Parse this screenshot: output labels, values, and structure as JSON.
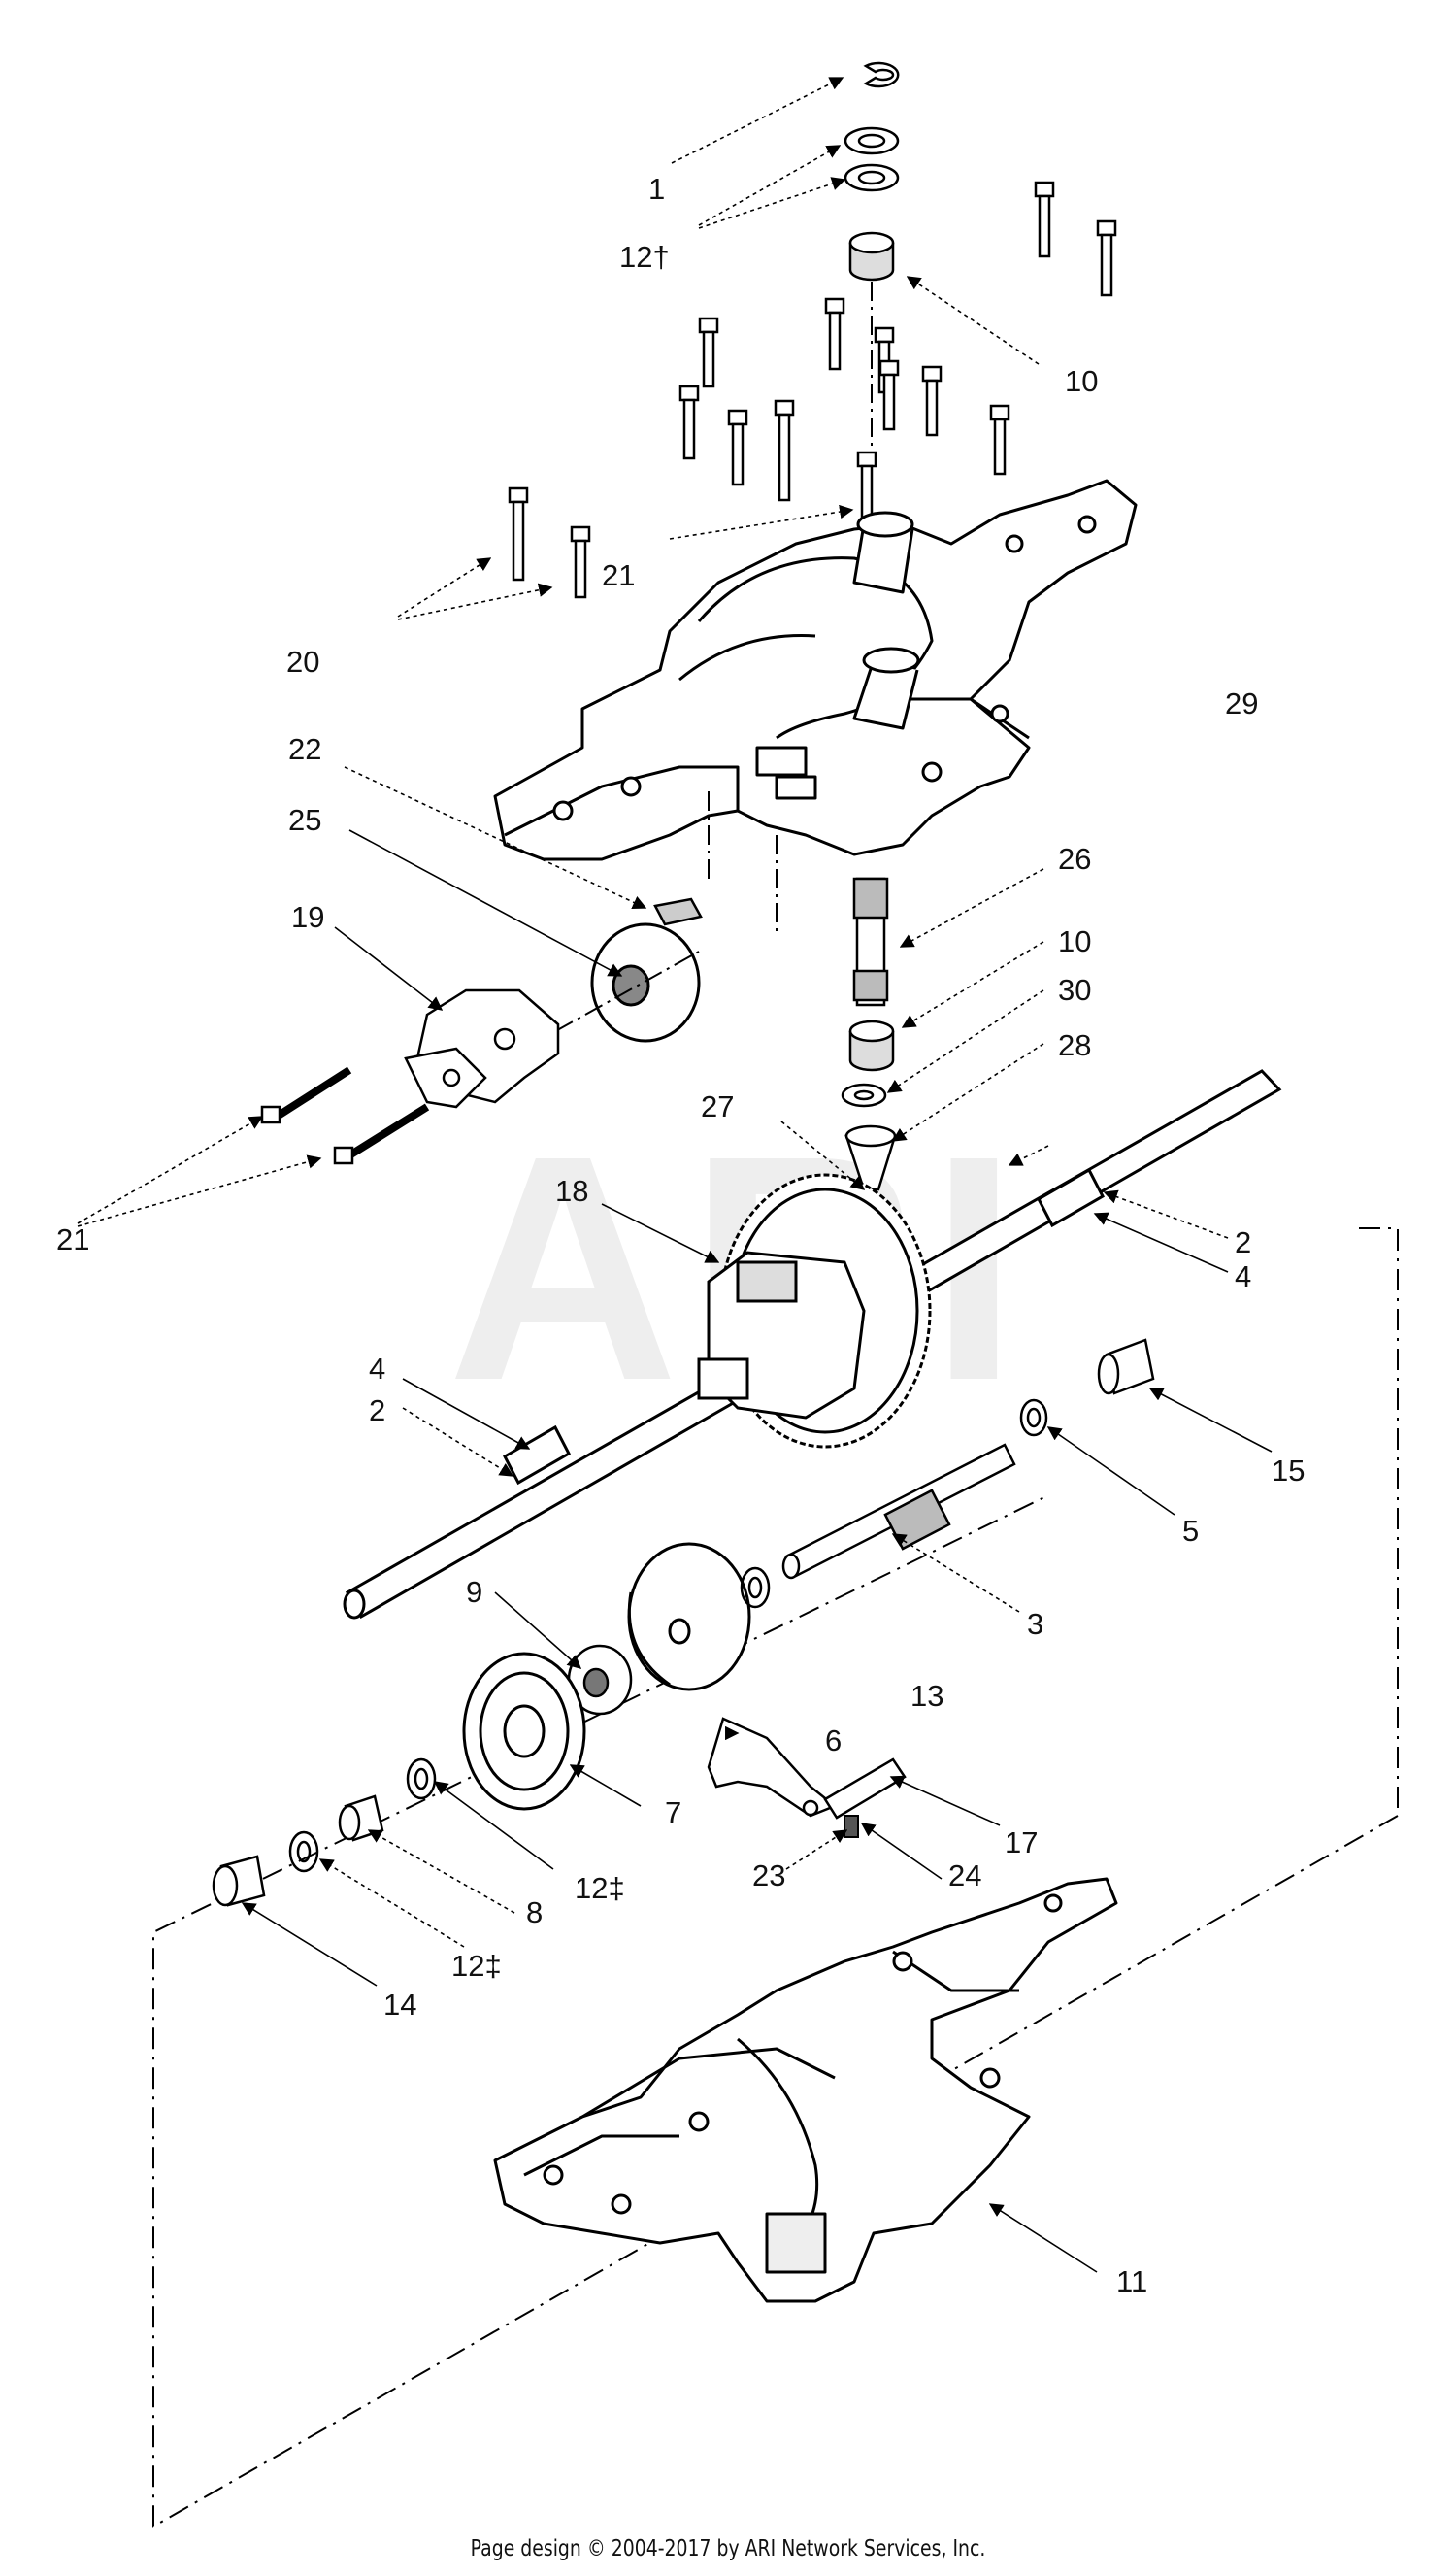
{
  "watermark": "ARI",
  "footer": "Page design © 2004-2017 by ARI Network Services, Inc.",
  "callouts": {
    "c1": "1",
    "c12_top": "12†",
    "c10_top": "10",
    "c21_top": "21",
    "c20": "20",
    "c29": "29",
    "c22": "22",
    "c25": "25",
    "c19": "19",
    "c26": "26",
    "c10_mid": "10",
    "c30": "30",
    "c28": "28",
    "c27": "27",
    "c21_left": "21",
    "c18": "18",
    "c2_right": "2",
    "c4_right": "4",
    "c4_left": "4",
    "c2_left": "2",
    "c15": "15",
    "c5": "5",
    "c3": "3",
    "c9": "9",
    "c13": "13",
    "c6": "6",
    "c7": "7",
    "c12_mid": "12‡",
    "c17": "17",
    "c23": "23",
    "c24": "24",
    "c8": "8",
    "c12_low": "12‡",
    "c14": "14",
    "c11": "11"
  }
}
